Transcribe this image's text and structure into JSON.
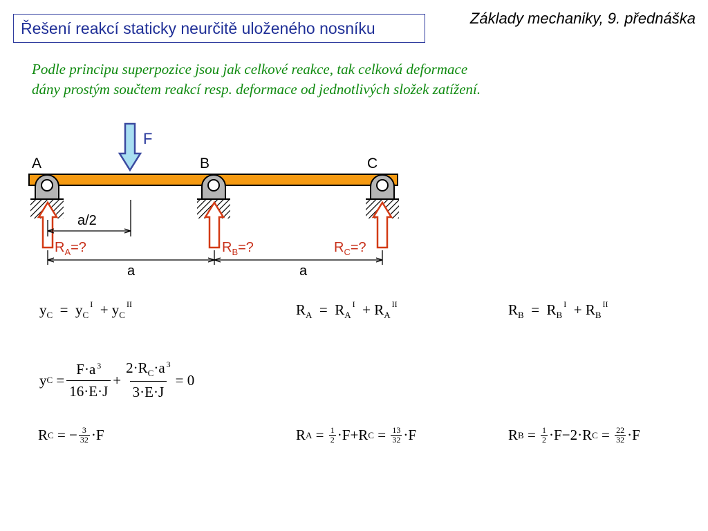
{
  "header": {
    "title": "Řešení reakcí staticky neurčitě uloženého nosníku",
    "course": "Základy mechaniky, 9. přednáška"
  },
  "intro": {
    "line1": "Podle principu superpozice jsou jak celkové reakce, tak celková deformace",
    "line2": "dány prostým součtem reakcí resp. deformace od jednotlivých složek zatížení."
  },
  "diagram": {
    "force_label": "F",
    "support_a": "A",
    "support_b": "B",
    "support_c": "C",
    "dim_half": "a/2",
    "dim_a1": "a",
    "dim_a2": "a",
    "reaction_letter": "R",
    "reaction_a_sub": "A",
    "reaction_b_sub": "B",
    "reaction_c_sub": "C",
    "reaction_suffix": "=?",
    "colors": {
      "beam": "#f59a12",
      "force_arrow": "#a9dff2",
      "force_arrow_outline": "#3b4aa0",
      "reaction_arrow": "#d33a14",
      "label_blue": "#2a3a9c",
      "label_red": "#c8301a",
      "support": "#b5b5b5"
    }
  },
  "equations": {
    "y": "y",
    "R": "R",
    "F": "F",
    "E": "E",
    "J": "J",
    "sub_A": "A",
    "sub_B": "B",
    "sub_C": "C",
    "sup_I": "I",
    "sup_II": "II",
    "eq": "=",
    "plus": "+",
    "minus": "−",
    "dot": "·",
    "a3": "a",
    "pow3": "3",
    "zero": "0",
    "two": "2",
    "sixteen": "16",
    "three": "3",
    "rc_num": "3",
    "rc_den": "32",
    "half_num": "1",
    "half_den": "2",
    "ra_num": "13",
    "ra_den": "32",
    "rb_num": "22",
    "rb_den": "32"
  }
}
